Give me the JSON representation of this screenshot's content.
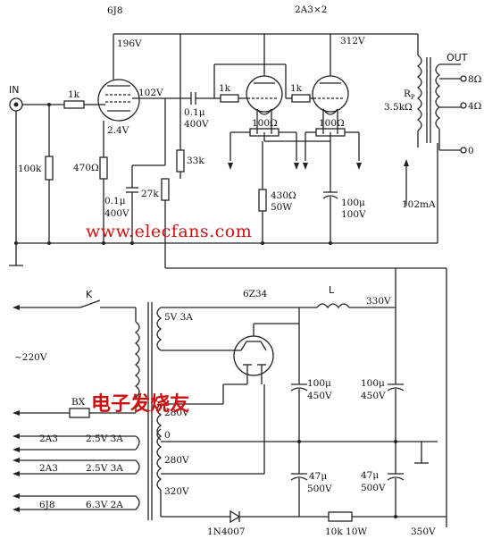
{
  "labels": {
    "tube_pre": "6J8",
    "tube_power": "2A3×2",
    "v196": "196V",
    "v312": "312V",
    "out": "OUT",
    "in": "IN",
    "r1k_a": "1k",
    "v102": "102V",
    "r1k_b": "1k",
    "r1k_c": "1k",
    "c01_a": "0.1μ",
    "v400_a": "400V",
    "rp": "R",
    "rp_sub": "P",
    "rp_val": "3.5kΩ",
    "ohm8": "8Ω",
    "ohm4": "4Ω",
    "ohm0": "0",
    "v24": "2.4V",
    "r100_a": "100Ω",
    "r100_b": "100Ω",
    "r100k": "100k",
    "r470": "470Ω",
    "r33k": "33k",
    "r27k": "27k",
    "c01_b": "0.1μ",
    "v400_b": "400V",
    "r430": "430Ω",
    "w50": "50W",
    "c100_a": "100μ",
    "v100": "100V",
    "ma102": "102mA",
    "watermark_url": "www.elecfans.com",
    "k": "K",
    "tube_rect": "6Z34",
    "l": "L",
    "v330": "330V",
    "v5": "5V 3A",
    "v220": "~220V",
    "c100_b": "100μ",
    "v450_b": "450V",
    "c100_c": "100μ",
    "v450_c": "450V",
    "v280_a": "280V",
    "bx": "BX",
    "watermark_cn": "电子发烧友",
    "zero": "0",
    "tap_2a3_a": "2A3",
    "fil_a": "2.5V 3A",
    "tap_2a3_b": "2A3",
    "fil_b": "2.5V 3A",
    "v280_b": "280V",
    "c47_a": "47μ",
    "v500_a": "500V",
    "c47_b": "47μ",
    "v500_b": "500V",
    "tap_6j8": "6J8",
    "fil_c": "6.3V 2A",
    "v320": "320V",
    "diode": "1N4007",
    "r10k": "10k 10W",
    "v350": "350V"
  }
}
